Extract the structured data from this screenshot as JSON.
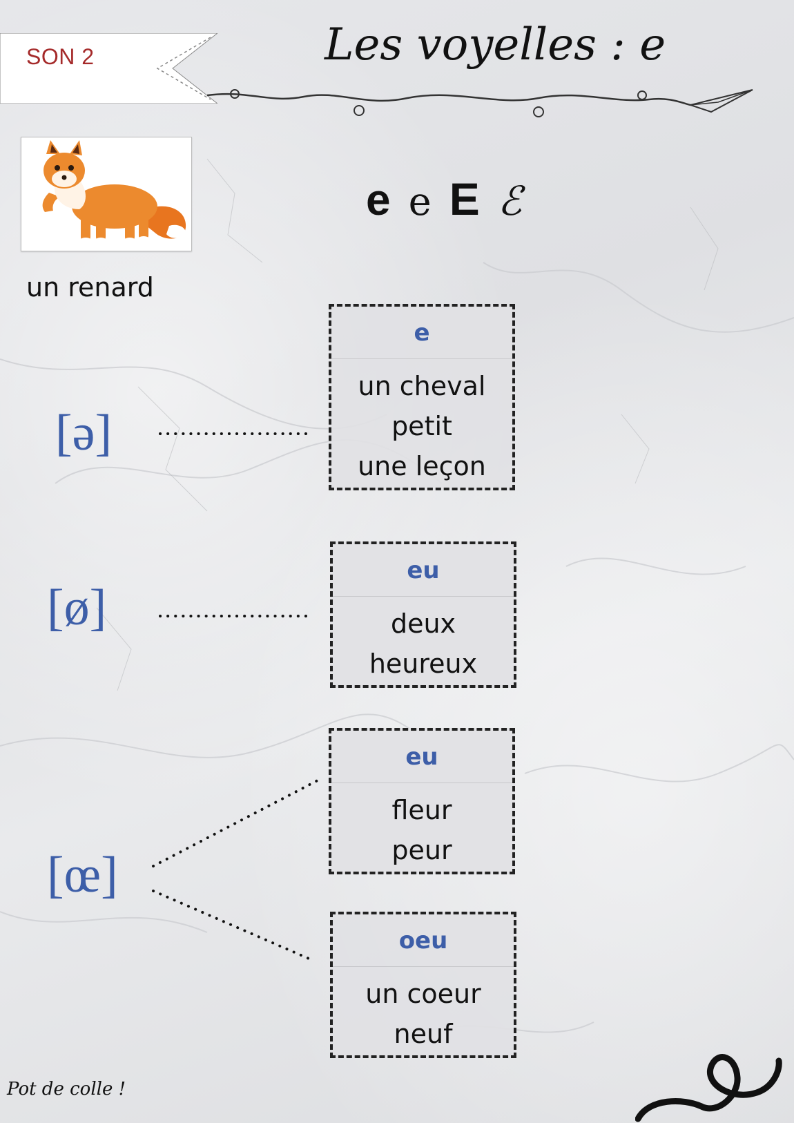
{
  "header": {
    "sound_label": "SON 2",
    "title": "Les voyelles : e"
  },
  "picture": {
    "icon": "fox-icon",
    "caption": "un renard"
  },
  "letters": [
    "e",
    "e",
    "E",
    "ℰ"
  ],
  "phonemes": [
    {
      "symbol": "[ə]",
      "groups": [
        {
          "spelling": "e",
          "words": [
            "un cheval",
            "petit",
            "une leçon"
          ]
        }
      ]
    },
    {
      "symbol": "[ø]",
      "groups": [
        {
          "spelling": "eu",
          "words": [
            "deux",
            "heureux"
          ]
        }
      ]
    },
    {
      "symbol": "[œ]",
      "groups": [
        {
          "spelling": "eu",
          "words": [
            "fleur",
            "peur"
          ]
        },
        {
          "spelling": "oeu",
          "words": [
            "un coeur",
            "neuf"
          ]
        }
      ]
    }
  ],
  "footer": {
    "credit": "Pot de colle !"
  },
  "colors": {
    "phonetic_blue": "#3d5ea8",
    "ribbon_red": "#a52a2a"
  }
}
